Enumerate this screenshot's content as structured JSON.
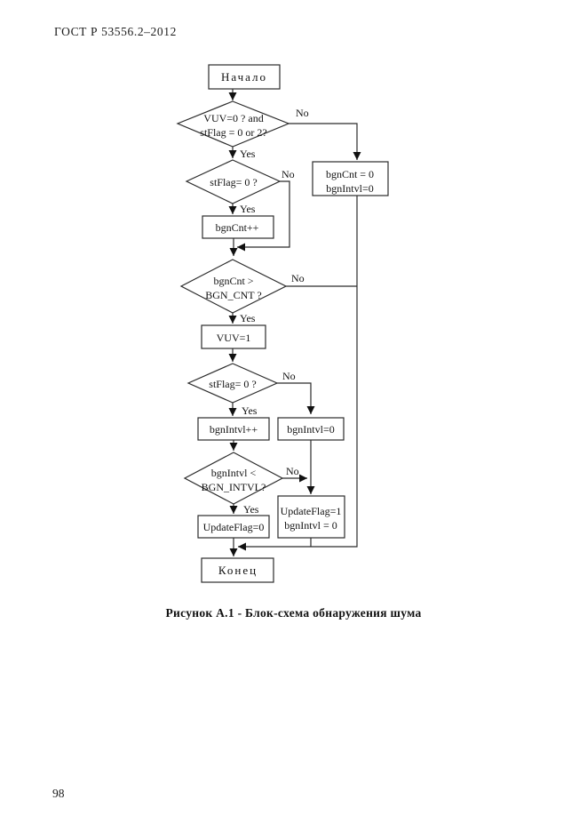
{
  "header": {
    "standard": "ГОСТ Р 53556.2–2012"
  },
  "figure": {
    "caption": "Рисунок А.1 - Блок-схема обнаружения шума"
  },
  "footer": {
    "page_number": "98"
  },
  "flowchart": {
    "labels": {
      "yes": "Yes",
      "no": "No"
    },
    "nodes": {
      "start": "Начало",
      "d_vuv_l1": "VUV=0 ? and",
      "d_vuv_l2": "stFlag = 0 or 2?",
      "init_l1": "bgnCnt = 0",
      "init_l2": "bgnIntvl=0",
      "d_stflag1": "stFlag= 0 ?",
      "bgncnt_inc": "bgnCnt++",
      "d_bgncnt_l1": "bgnCnt >",
      "d_bgncnt_l2": "BGN_CNT ?",
      "vuv_set": "VUV=1",
      "d_stflag2": "stFlag= 0 ?",
      "bgnintvl_inc": "bgnIntvl++",
      "bgnintvl_zero": "bgnIntvl=0",
      "d_bgnintvl_l1": "bgnIntvl <",
      "d_bgnintvl_l2": "BGN_INTVL?",
      "updateflag0": "UpdateFlag=0",
      "updateflag1_l1": "UpdateFlag=1",
      "updateflag1_l2": "bgnIntvl = 0",
      "end": "Конец"
    }
  }
}
